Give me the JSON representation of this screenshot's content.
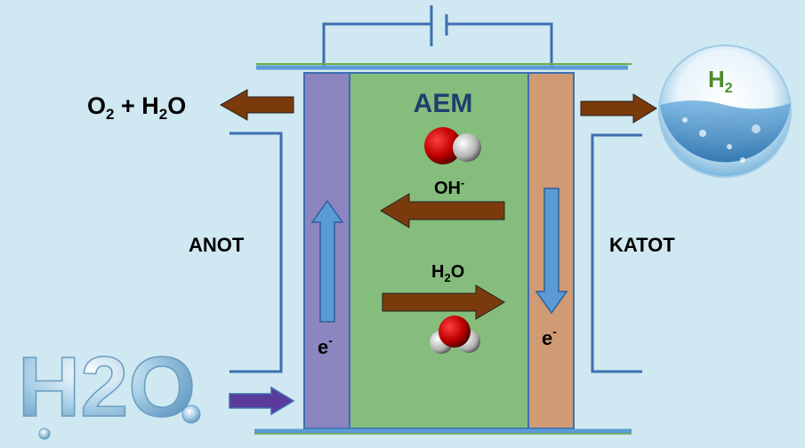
{
  "labels": {
    "products_left": "O",
    "products_left_sub1": "2",
    "products_left_plus": " + H",
    "products_left_sub2": "2",
    "products_left_o": "O",
    "membrane": "AEM",
    "hydroxide": "OH",
    "hydroxide_sup": "-",
    "water": "H",
    "water_sub": "2",
    "water_o": "O",
    "anode": "ANOT",
    "cathode": "KATOT",
    "electron_left": "e",
    "electron_left_sup": "-",
    "electron_right": "e",
    "electron_right_sup": "-",
    "hydrogen": "H",
    "hydrogen_sub": "2",
    "water_input_art": "H2O"
  },
  "colors": {
    "background": "#cfe8f1",
    "anode": "#8c86c0",
    "membrane": "#84bd7c",
    "cathode": "#cf9a74",
    "wire": "#3d6fb0",
    "flow_arrow": "#7a3a0c",
    "electron_arrow": "#5b9bd5",
    "inlet_arrow": "#5a3a9a",
    "membrane_text": "#1f3d6e",
    "hydrogen_text": "#4f8a2e"
  }
}
